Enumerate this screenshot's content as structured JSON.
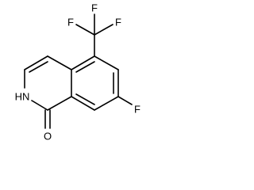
{
  "structure": {
    "atoms": {
      "f_top": "F",
      "f_left": "F",
      "f_right": "F",
      "f_ring": "F",
      "nh": "HN",
      "o": "O"
    }
  },
  "colors": {
    "bond": "#000000",
    "label": "#000000",
    "background": "#ffffff"
  }
}
